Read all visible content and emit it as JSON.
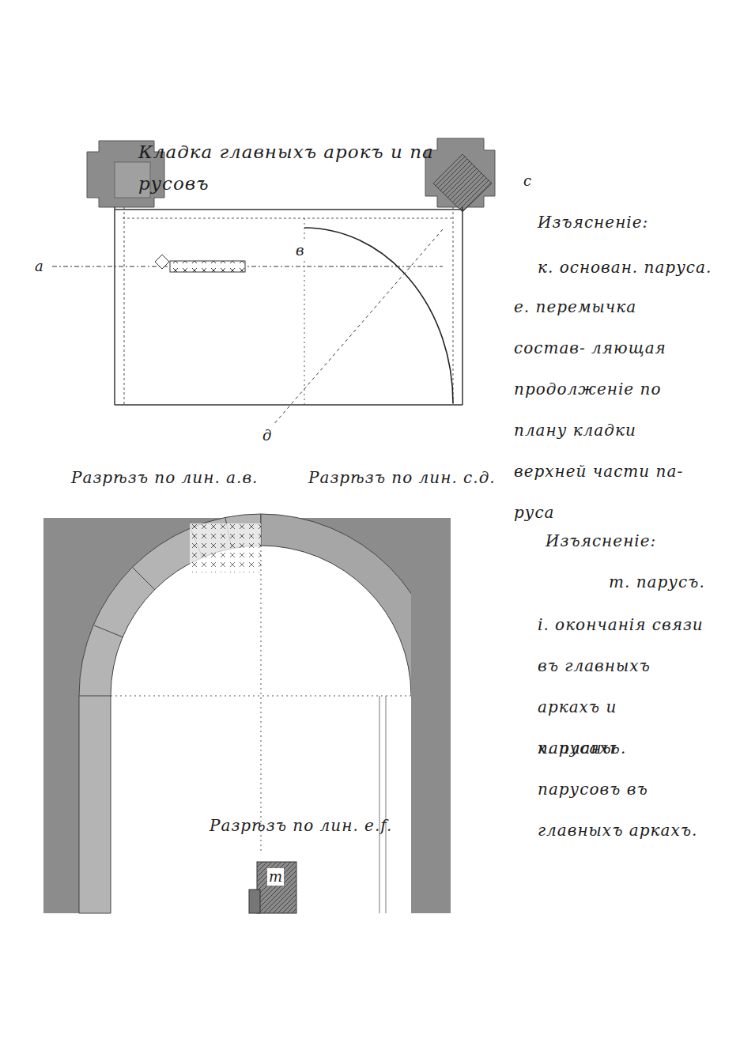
{
  "diagram": {
    "title": "Кладка главныхъ арокъ и па русовъ",
    "labels": [
      "Изъясненiе:",
      "к. основан. паруса.",
      "е. перемычка состав- ляющая продолженiе по плану кладки верхней части па- руса",
      "Разрѣзъ по лин. а.в.",
      "Разрѣзъ по лин. с.д.",
      "Изъясненiе:",
      "т. парусъ.",
      "i. окончанiя связи въ главныхъ аркахъ и парусахъ.",
      "х. планы парусовъ въ главныхъ аркахъ.",
      "Разрѣзъ по лин. е.f.",
      "а",
      "в",
      "с",
      "д",
      "т"
    ]
  }
}
